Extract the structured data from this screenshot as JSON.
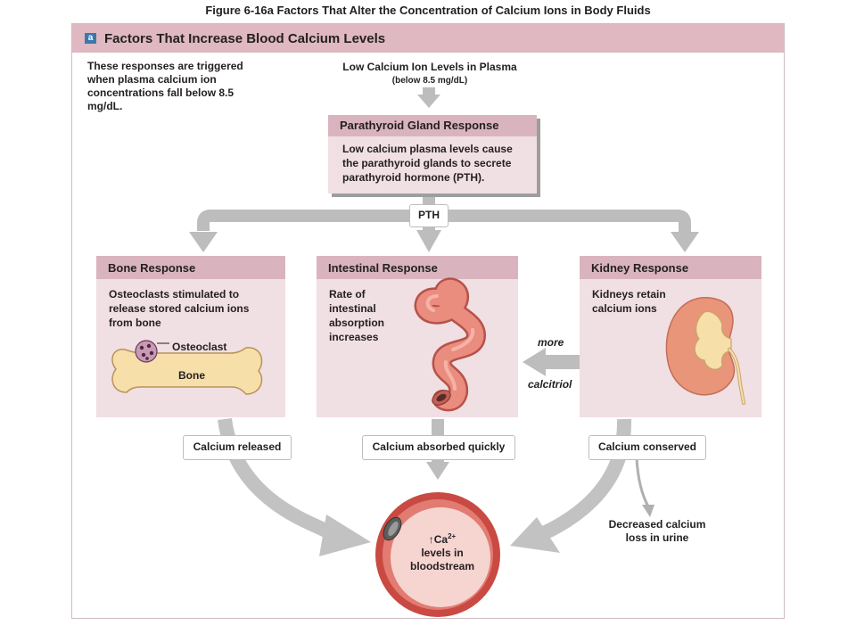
{
  "figure_title": "Figure 6-16a  Factors That Alter the Concentration of Calcium Ions in Body Fluids",
  "panel": {
    "tag": "a",
    "title": "Factors That Increase Blood Calcium Levels"
  },
  "intro_text": "These responses are triggered when plasma calcium ion concentrations fall below 8.5 mg/dL.",
  "stimulus": {
    "label": "Low Calcium Ion Levels in Plasma",
    "sublabel": "(below 8.5 mg/dL)"
  },
  "parathyroid": {
    "title": "Parathyroid Gland Response",
    "text": "Low calcium plasma levels cause the parathyroid glands to secrete parathyroid hormone (PTH)."
  },
  "hormone_label": "PTH",
  "bone": {
    "title": "Bone Response",
    "text": "Osteoclasts stimulated to release stored calcium ions from bone",
    "osteoclast_label": "Osteoclast",
    "bone_label": "Bone",
    "outcome": "Calcium released"
  },
  "intestine": {
    "title": "Intestinal Response",
    "text": "Rate of intestinal absorption increases",
    "outcome": "Calcium absorbed quickly"
  },
  "kidney": {
    "title": "Kidney Response",
    "text": "Kidneys retain calcium ions",
    "outcome": "Calcium conserved",
    "urine_note": "Decreased calcium loss in urine"
  },
  "calcitriol_arrow": {
    "top_label": "more",
    "bottom_label": "calcitriol"
  },
  "result": {
    "arrow": "↑",
    "ion": "Ca",
    "charge": "2+",
    "line2": "levels in",
    "line3": "bloodstream"
  },
  "colors": {
    "header_pink": "#dfb8c2",
    "box_header": "#d9b4be",
    "box_body": "#f0dfe3",
    "arrow_gray": "#bdbdbd",
    "bone_fill": "#f7dfaa",
    "vessel_red": "#d4574f",
    "kidney_orange": "#e8957a"
  }
}
